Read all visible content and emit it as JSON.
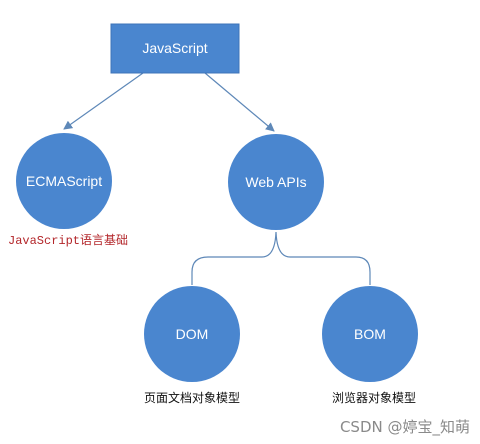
{
  "colors": {
    "node_fill": "#4a86cf",
    "edge": "#5e88b8",
    "note_red": "#b3262a",
    "watermark": "#8a8a8a"
  },
  "nodes": {
    "javascript": "JavaScript",
    "ecmascript": "ECMAScript",
    "web_apis": "Web APIs",
    "dom": "DOM",
    "bom": "BOM"
  },
  "notes": {
    "ecmascript_code": "JavaScript",
    "ecmascript_suffix": "语言基础",
    "dom": "页面文档对象模型",
    "bom": "浏览器对象模型"
  },
  "watermark": "CSDN @婷宝_知萌"
}
